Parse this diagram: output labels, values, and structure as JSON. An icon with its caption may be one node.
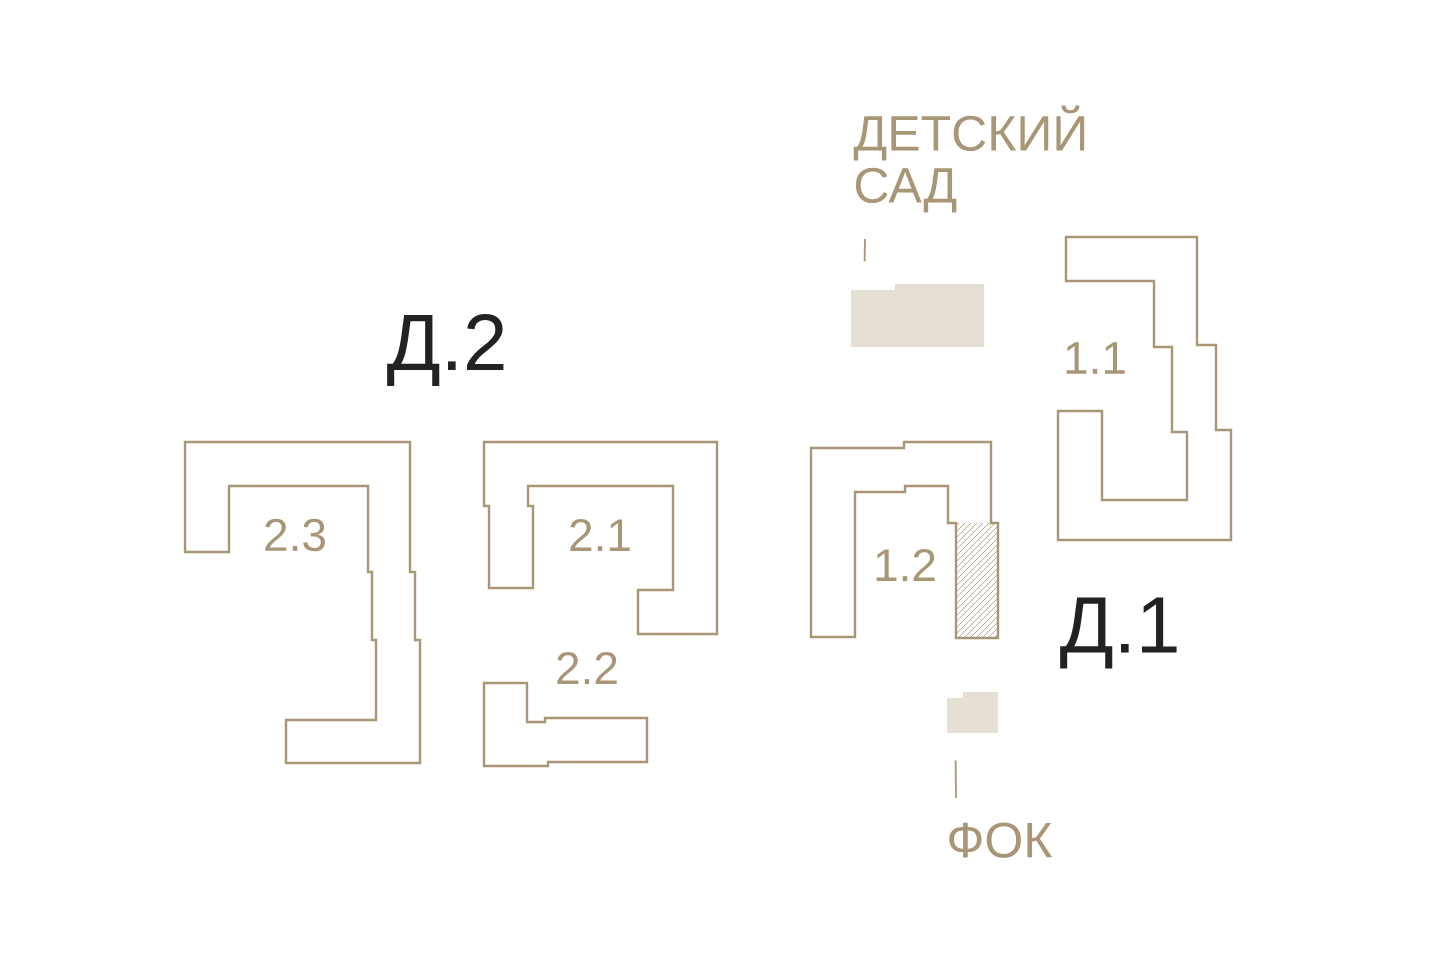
{
  "diagram": {
    "nodes": [
      {
        "text": [
          "ДЕТСКИЙ САД"
        ]
      },
      {
        "text": [],
        "shape": "box"
      },
      {
        "text": [
          "1.1"
        ]
      },
      {
        "text": [
          "2.3"
        ]
      },
      {
        "text": [
          "2.1"
        ]
      },
      {
        "text": [
          "1.2"
        ]
      },
      {
        "text": [
          "2.2"
        ]
      },
      {
        "text": [],
        "shape": "box"
      },
      {
        "text": [
          "ФОК"
        ]
      }
    ],
    "edges": [
      {
        "from": 0,
        "to": 1,
        "arrow": "none"
      },
      {
        "from": 8,
        "to": 7,
        "arrow": "none"
      }
    ],
    "labels": [
      "Д.2",
      "Д.1"
    ]
  }
}
